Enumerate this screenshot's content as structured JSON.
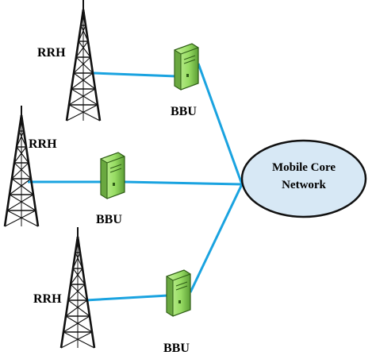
{
  "towers": [
    {
      "label": "RRH"
    },
    {
      "label": "RRH"
    },
    {
      "label": "RRH"
    }
  ],
  "bbus": [
    {
      "label": "BBU"
    },
    {
      "label": "BBU"
    },
    {
      "label": "BBU"
    }
  ],
  "core": {
    "line1": "Mobile Core",
    "line2": "Network"
  },
  "colors": {
    "link": "#1aa3e0",
    "server_fill": "#9be06a",
    "server_dark": "#4f8f2c",
    "cloud_fill": "#d7e8f5",
    "tower": "#111111"
  }
}
